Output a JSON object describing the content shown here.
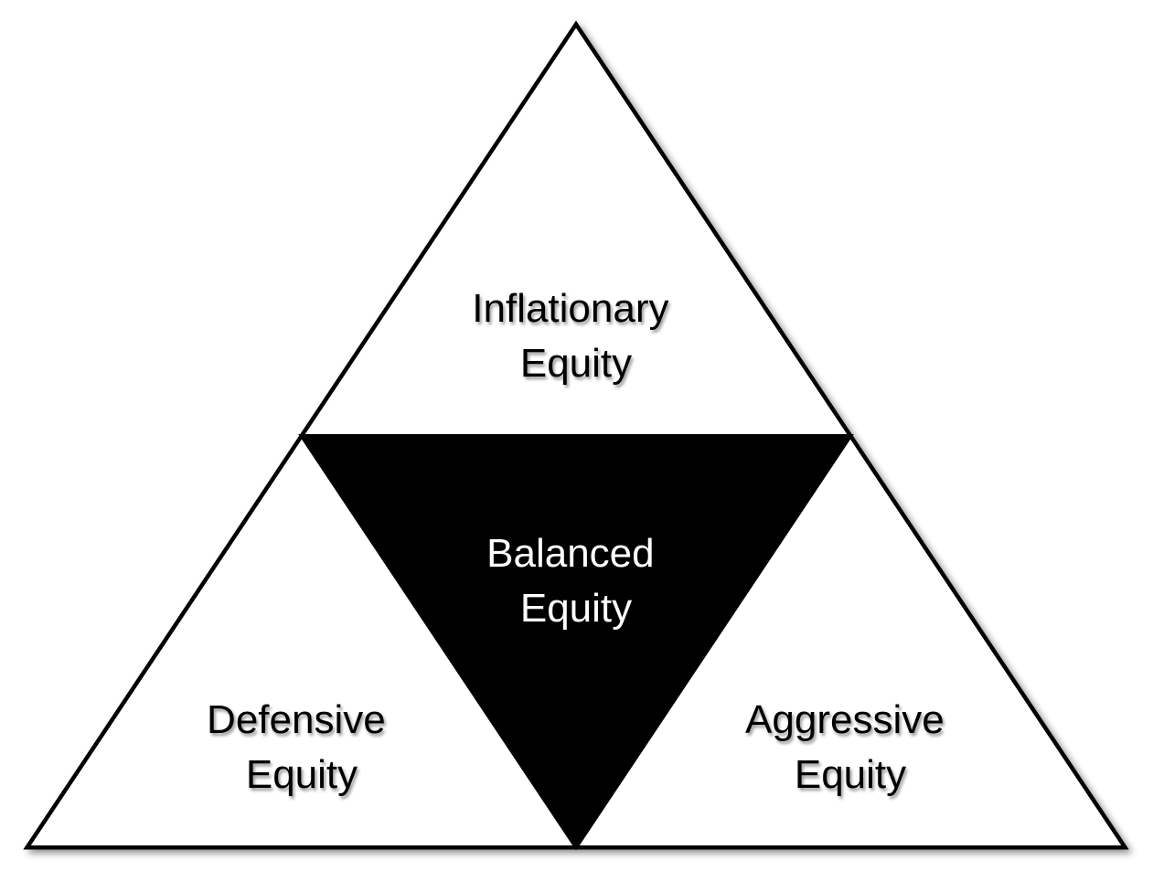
{
  "diagram": {
    "colors": {
      "outline": "#000000",
      "light_fill": "#ffffff",
      "center_fill": "#000000"
    },
    "regions": {
      "top": {
        "line1": "Inflationary",
        "line2": "Equity"
      },
      "center": {
        "line1": "Balanced",
        "line2": "Equity"
      },
      "left": {
        "line1": "Defensive",
        "line2": "Equity"
      },
      "right": {
        "line1": "Aggressive",
        "line2": "Equity"
      }
    }
  }
}
